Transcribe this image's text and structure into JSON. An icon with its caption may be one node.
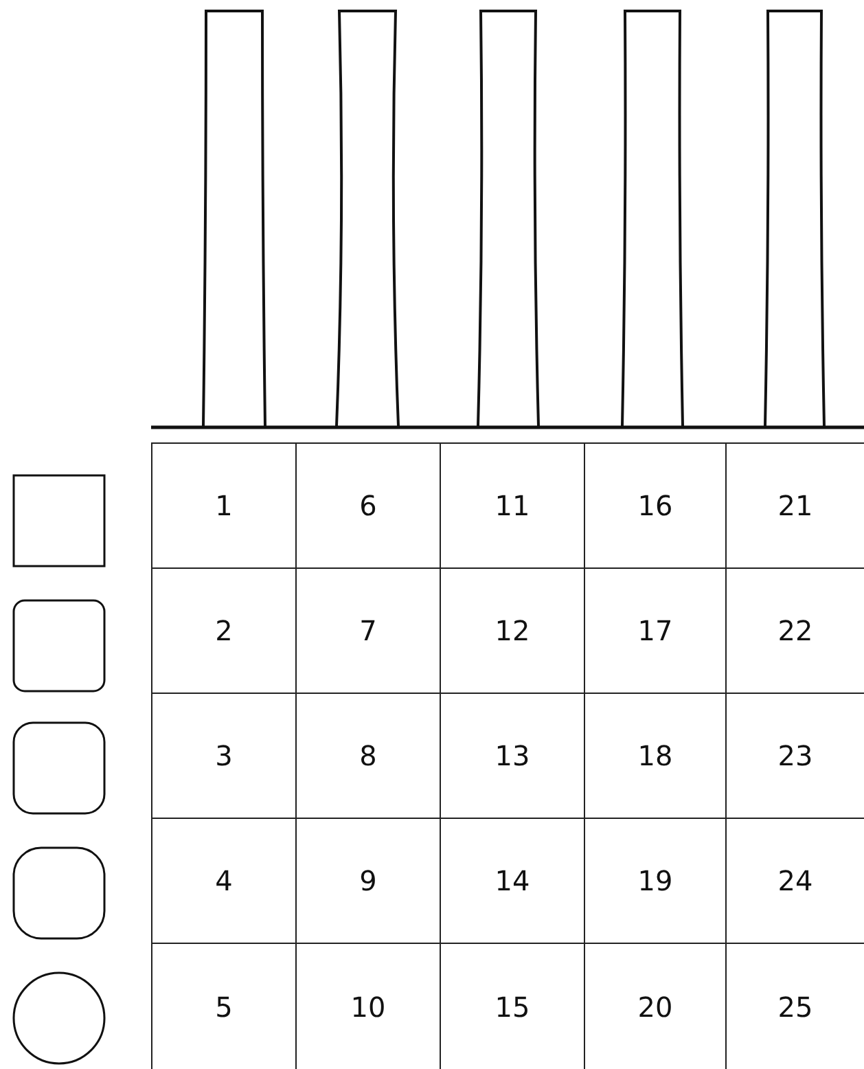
{
  "diagram": {
    "labels": [
      "1",
      "6",
      "11",
      "16",
      "21",
      "2",
      "7",
      "12",
      "17",
      "22",
      "3",
      "8",
      "13",
      "18",
      "23",
      "4",
      "9",
      "14",
      "19",
      "24",
      "5",
      "10",
      "15",
      "20",
      "25"
    ]
  }
}
